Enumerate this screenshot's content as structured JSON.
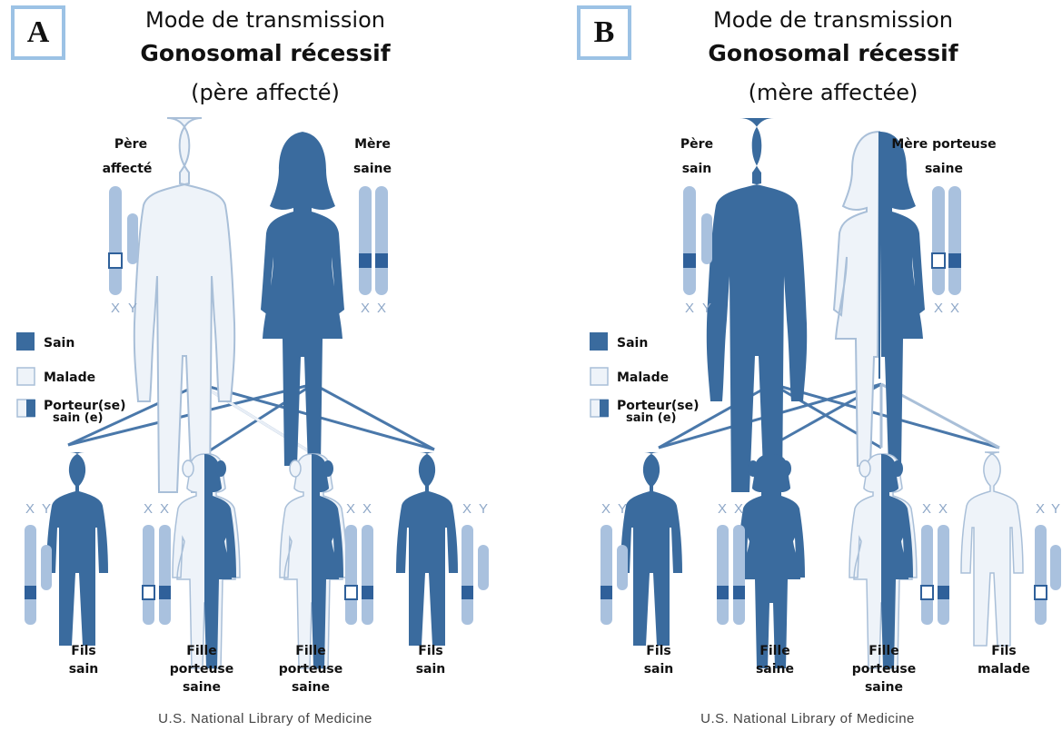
{
  "colors": {
    "sain": "#3a6b9e",
    "malade": "#e8eef6",
    "outline": "#a9bfd8",
    "chromosome": "#a9c1de",
    "mark": "#2f609a",
    "line": "#4a78aa",
    "frame": "#9cc2e5"
  },
  "panels": [
    {
      "label": "A",
      "title_line1": "Mode de transmission",
      "title_line2": "Gonosomal récessif",
      "title_line3": "(père affecté)",
      "father": {
        "label_l1": "Père",
        "label_l2": "affecté",
        "chrom_labels": [
          "X",
          "Y"
        ]
      },
      "mother": {
        "label_l1": "Mère",
        "label_l2": "saine",
        "chrom_labels": [
          "X",
          "X"
        ]
      },
      "legend": {
        "sain": "Sain",
        "malade": "Malade",
        "porteur_l1": "Porteur(se)",
        "porteur_l2": "sain (e)"
      },
      "children": [
        {
          "label_l1": "Fils",
          "label_l2": "sain",
          "label_l3": "",
          "chrom_labels": [
            "X",
            "Y"
          ]
        },
        {
          "label_l1": "Fille",
          "label_l2": "porteuse",
          "label_l3": "saine",
          "chrom_labels": [
            "X",
            "X"
          ]
        },
        {
          "label_l1": "Fille",
          "label_l2": "porteuse",
          "label_l3": "saine",
          "chrom_labels": [
            "X",
            "X"
          ]
        },
        {
          "label_l1": "Fils",
          "label_l2": "sain",
          "label_l3": "",
          "chrom_labels": [
            "X",
            "Y"
          ]
        }
      ],
      "credit": "U.S. National Library of Medicine"
    },
    {
      "label": "B",
      "title_line1": "Mode de transmission",
      "title_line2": "Gonosomal récessif",
      "title_line3": "(mère affectée)",
      "father": {
        "label_l1": "Père",
        "label_l2": "sain",
        "chrom_labels": [
          "X",
          "Y"
        ]
      },
      "mother": {
        "label_l1": "Mère porteuse",
        "label_l2": "saine",
        "chrom_labels": [
          "X",
          "X"
        ]
      },
      "legend": {
        "sain": "Sain",
        "malade": "Malade",
        "porteur_l1": "Porteur(se)",
        "porteur_l2": "sain (e)"
      },
      "children": [
        {
          "label_l1": "Fils",
          "label_l2": "sain",
          "label_l3": "",
          "chrom_labels": [
            "X",
            "Y"
          ]
        },
        {
          "label_l1": "Fille",
          "label_l2": "saine",
          "label_l3": "",
          "chrom_labels": [
            "X",
            "X"
          ]
        },
        {
          "label_l1": "Fille",
          "label_l2": "porteuse",
          "label_l3": "saine",
          "chrom_labels": [
            "X",
            "X"
          ]
        },
        {
          "label_l1": "Fils",
          "label_l2": "malade",
          "label_l3": "",
          "chrom_labels": [
            "X",
            "Y"
          ]
        }
      ],
      "credit": "U.S. National Library of Medicine"
    }
  ]
}
